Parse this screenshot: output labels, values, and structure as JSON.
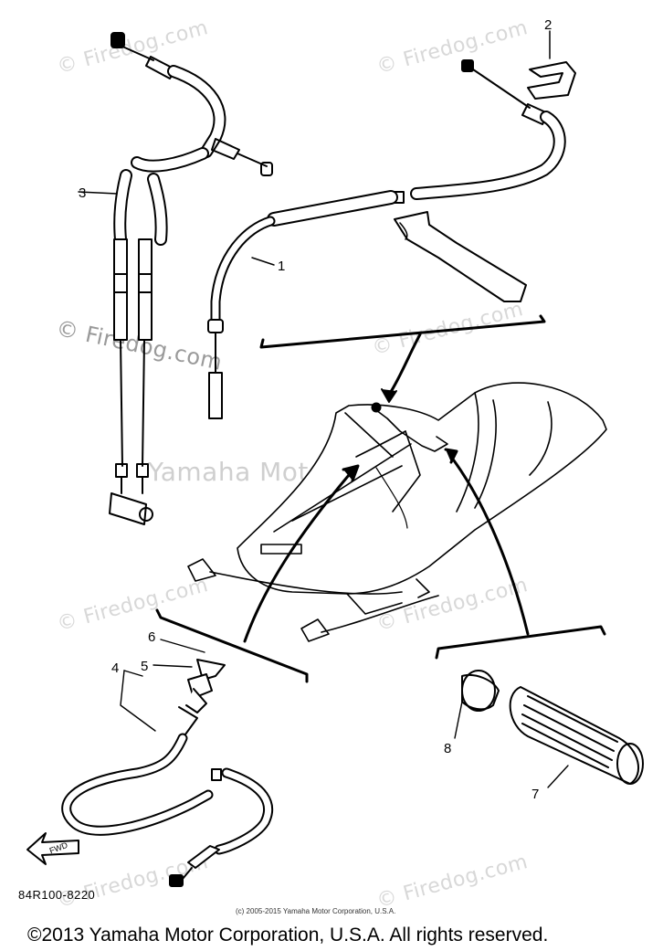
{
  "watermarks": {
    "firedog_text": "© Firedog.com",
    "firedog_short": "Firedog.com",
    "center_text": "Yamaha Motor Corp., U.S.A."
  },
  "callouts": {
    "c1": "1",
    "c2": "2",
    "c3": "3",
    "c4": "4",
    "c5": "5",
    "c6": "6",
    "c7": "7",
    "c8": "8"
  },
  "fwd_label": "FWD",
  "part_code": "84R100-8220",
  "small_copyright": "(c) 2005-2015 Yamaha Motor Corporation, U.S.A.",
  "footer_copyright": "©2013 Yamaha Motor Corporation, U.S.A. All rights reserved."
}
